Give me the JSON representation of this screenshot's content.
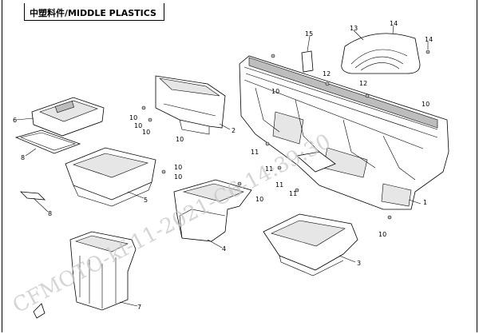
{
  "title": "中塑料件/MIDDLE PLASTICS",
  "watermark": "CFMOTO-kf-11-2021-C6-14:39:30",
  "callouts": [
    {
      "id": "c1",
      "text": "1"
    },
    {
      "id": "c2",
      "text": "2"
    },
    {
      "id": "c3",
      "text": "3"
    },
    {
      "id": "c4",
      "text": "4"
    },
    {
      "id": "c5",
      "text": "5"
    },
    {
      "id": "c6",
      "text": "6"
    },
    {
      "id": "c7",
      "text": "7"
    },
    {
      "id": "c8a",
      "text": "8"
    },
    {
      "id": "c8b",
      "text": "8"
    },
    {
      "id": "c10a",
      "text": "10"
    },
    {
      "id": "c10b",
      "text": "10"
    },
    {
      "id": "c10c",
      "text": "10"
    },
    {
      "id": "c10d",
      "text": "10"
    },
    {
      "id": "c10e",
      "text": "10"
    },
    {
      "id": "c10f",
      "text": "10"
    },
    {
      "id": "c10g",
      "text": "10"
    },
    {
      "id": "c10h",
      "text": "10"
    },
    {
      "id": "c10i",
      "text": "10"
    },
    {
      "id": "c10j",
      "text": "10"
    },
    {
      "id": "c11a",
      "text": "11"
    },
    {
      "id": "c11b",
      "text": "11"
    },
    {
      "id": "c11c",
      "text": "11"
    },
    {
      "id": "c11d",
      "text": "11"
    },
    {
      "id": "c12a",
      "text": "12"
    },
    {
      "id": "c12b",
      "text": "12"
    },
    {
      "id": "c13",
      "text": "13"
    },
    {
      "id": "c14a",
      "text": "14"
    },
    {
      "id": "c14b",
      "text": "14"
    },
    {
      "id": "c15",
      "text": "15"
    }
  ]
}
